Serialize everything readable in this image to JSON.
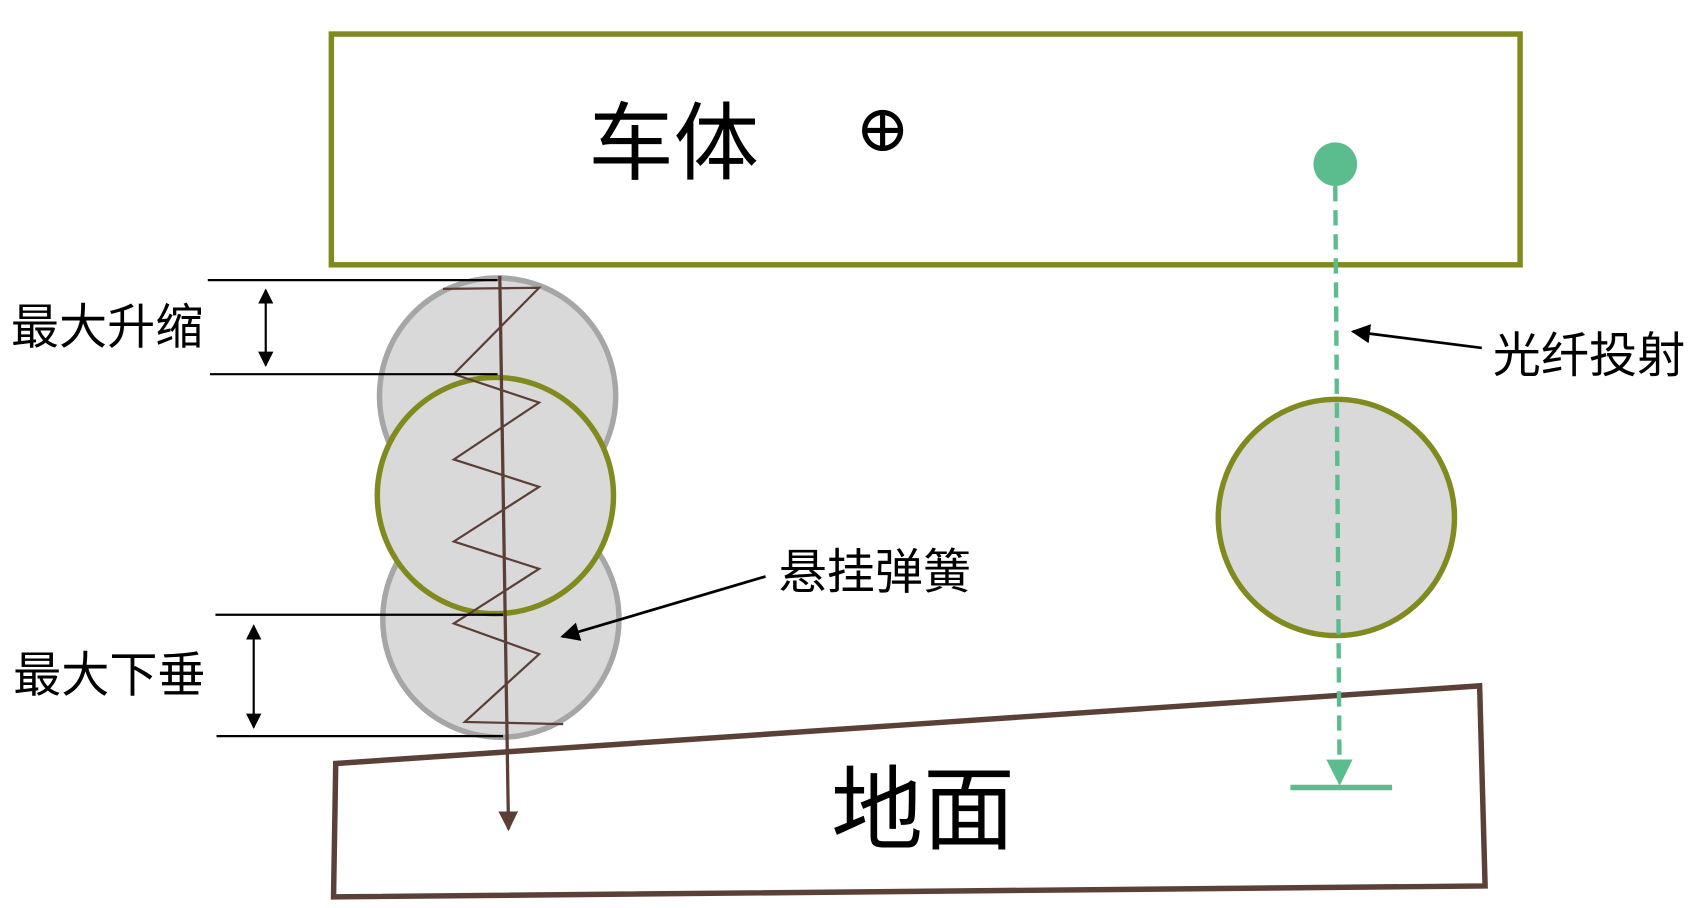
{
  "labels": {
    "car_body": "车体",
    "center_of_mass_symbol": "⊕",
    "ground": "地面",
    "max_compression": "最大升缩",
    "max_droop": "最大下垂",
    "suspension_spring": "悬挂弹簧",
    "fiber_projection": "光纤投射"
  },
  "colors": {
    "body_outline": "#808a1e",
    "wheel_fill": "#d9d9d9",
    "wheel_ghost_outline": "#a6a6a6",
    "spring": "#5b3f36",
    "ground_outline": "#5b4038",
    "fiber": "#5bbd8e"
  }
}
